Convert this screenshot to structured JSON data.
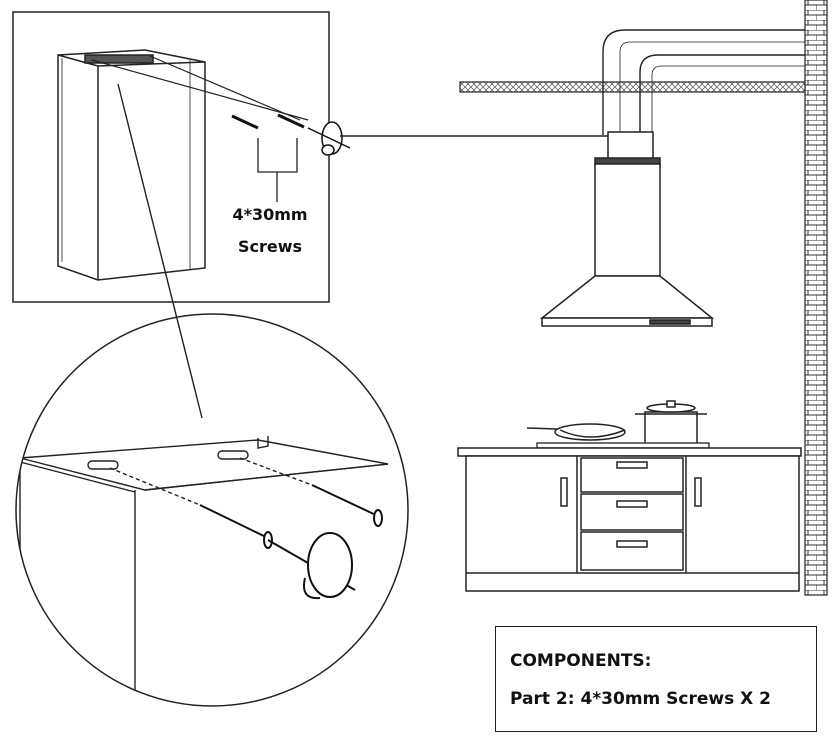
{
  "inset": {
    "screw_label_line1": "4*30mm",
    "screw_label_line2": "Screws"
  },
  "components": {
    "title": "COMPONENTS:",
    "part_line": "Part 2:  4*30mm Screws X 2"
  }
}
